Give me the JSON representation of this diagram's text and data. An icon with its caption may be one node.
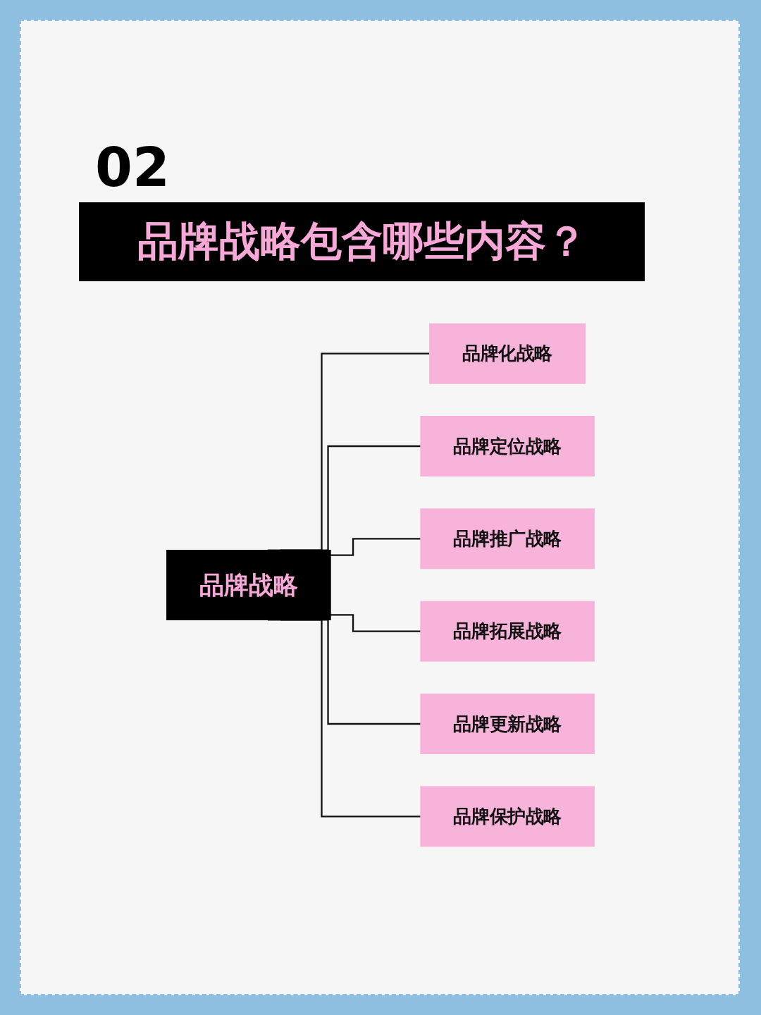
{
  "diagram": {
    "title": "品牌战略包含哪些内容？",
    "nodes": [
      {
        "text": [
          "品牌战略"
        ]
      },
      {
        "text": [
          "品牌化战略"
        ]
      },
      {
        "text": [
          "品牌定位战略"
        ]
      },
      {
        "text": [
          "品牌推广战略"
        ]
      },
      {
        "text": [
          "品牌拓展战略"
        ]
      },
      {
        "text": [
          "品牌更新战略"
        ]
      },
      {
        "text": [
          "品牌保护战略"
        ]
      }
    ],
    "edges": [
      {
        "from": 0,
        "to": 1,
        "arrow": "none"
      },
      {
        "from": 0,
        "to": 2,
        "arrow": "none"
      },
      {
        "from": 0,
        "to": 3,
        "arrow": "none"
      },
      {
        "from": 0,
        "to": 4,
        "arrow": "none"
      },
      {
        "from": 0,
        "to": 5,
        "arrow": "none"
      },
      {
        "from": 0,
        "to": 6,
        "arrow": "none"
      }
    ],
    "labels": [
      "02"
    ]
  }
}
